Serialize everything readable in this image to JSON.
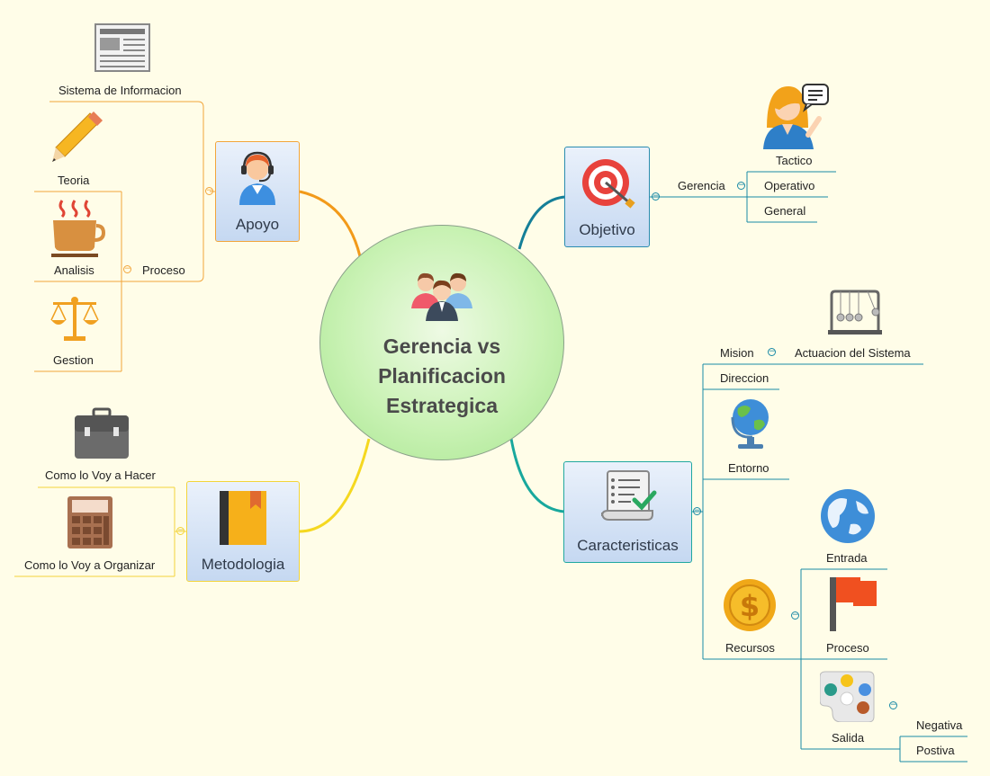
{
  "central": {
    "line1": "Gerencia vs",
    "line2": "Planificacion",
    "line3": "Estrategica"
  },
  "branches": {
    "apoyo": {
      "label": "Apoyo",
      "color": "#f2a53a"
    },
    "objetivo": {
      "label": "Objetivo",
      "color": "#1a8aa6"
    },
    "metodologia": {
      "label": "Metodologia",
      "color": "#f3d43a"
    },
    "caracteristicas": {
      "label": "Caracteristicas",
      "color": "#20a8a0"
    }
  },
  "apoyo_children": {
    "sistema": "Sistema de Informacion",
    "teoria": "Teoria",
    "proceso": "Proceso",
    "analisis": "Analisis",
    "gestion": "Gestion"
  },
  "objetivo_children": {
    "gerencia": "Gerencia",
    "tactico": "Tactico",
    "operativo": "Operativo",
    "general": "General"
  },
  "metodologia_children": {
    "hacer": "Como lo Voy a Hacer",
    "organizar": "Como lo Voy a Organizar"
  },
  "caracteristicas_children": {
    "mision": "Mision",
    "actuacion": "Actuacion del Sistema",
    "direccion": "Direccion",
    "entorno": "Entorno",
    "recursos": "Recursos",
    "entrada": "Entrada",
    "proceso": "Proceso",
    "salida": "Salida",
    "negativa": "Negativa",
    "postiva": "Postiva"
  },
  "icons": [
    "newspaper-icon",
    "pencil-icon",
    "coffee-cup-icon",
    "balance-scale-icon",
    "support-agent-icon",
    "team-icon",
    "target-icon",
    "woman-speaking-icon",
    "newton-cradle-icon",
    "globe-icon",
    "checklist-scroll-icon",
    "earth-icon",
    "dollar-coin-icon",
    "red-flag-icon",
    "palette-icon",
    "briefcase-icon",
    "calculator-icon",
    "book-icon"
  ]
}
